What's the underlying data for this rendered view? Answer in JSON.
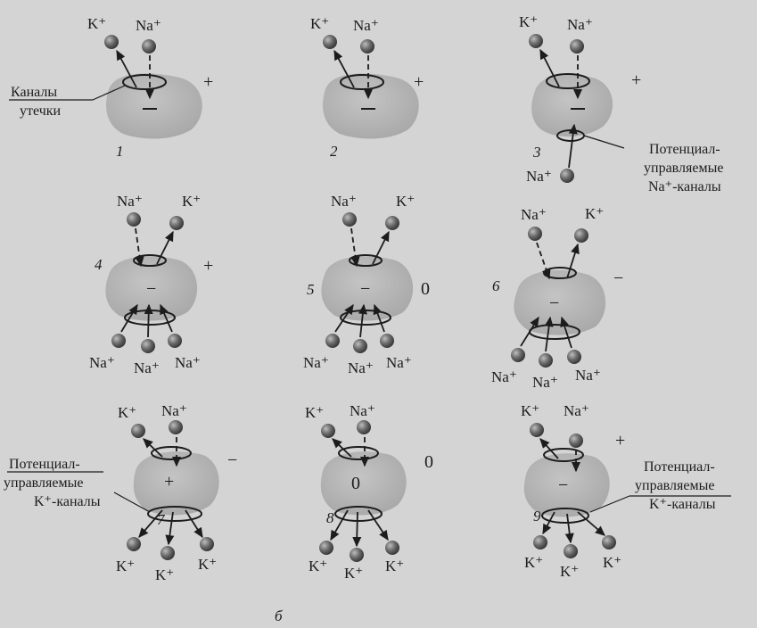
{
  "colors": {
    "background": "#d4d4d4",
    "cell": "#b2b2b2",
    "ion": "#6a6a6a",
    "ink": "#1c1c1c"
  },
  "labels": {
    "leak_channels": [
      "Каналы",
      "утечки"
    ],
    "na_channels": [
      "Потенциал-",
      "управляемые",
      "Na⁺-каналы"
    ],
    "k_channels_left": [
      "Потенциал-",
      "управляемые",
      "K⁺-каналы"
    ],
    "k_channels_right": [
      "Потенциал-",
      "управляемые",
      "K⁺-каналы"
    ],
    "caption": "б"
  },
  "panels": [
    {
      "number": "1",
      "outside_sign": "+",
      "inside_sign": "",
      "top_ions": [
        "K⁺",
        "Na⁺"
      ],
      "bottom_ions": []
    },
    {
      "number": "2",
      "outside_sign": "+",
      "inside_sign": "",
      "top_ions": [
        "K⁺",
        "Na⁺"
      ],
      "bottom_ions": []
    },
    {
      "number": "3",
      "outside_sign": "+",
      "inside_sign": "",
      "top_ions": [
        "K⁺",
        "Na⁺"
      ],
      "bottom_ions": [
        "Na⁺"
      ]
    },
    {
      "number": "4",
      "outside_sign": "+",
      "inside_sign": "−",
      "top_ions": [
        "Na⁺",
        "K⁺"
      ],
      "bottom_ions": [
        "Na⁺",
        "Na⁺",
        "Na⁺"
      ]
    },
    {
      "number": "5",
      "outside_sign": "0",
      "inside_sign": "−",
      "top_ions": [
        "Na⁺",
        "K⁺"
      ],
      "bottom_ions": [
        "Na⁺",
        "Na⁺",
        "Na⁺"
      ]
    },
    {
      "number": "6",
      "outside_sign": "−",
      "inside_sign": "−",
      "top_ions": [
        "Na⁺",
        "K⁺"
      ],
      "bottom_ions": [
        "Na⁺",
        "Na⁺",
        "Na⁺"
      ]
    },
    {
      "number": "7",
      "outside_sign": "−",
      "inside_sign": "+",
      "top_ions": [
        "K⁺",
        "Na⁺"
      ],
      "bottom_ions": [
        "K⁺",
        "K⁺",
        "K⁺"
      ]
    },
    {
      "number": "8",
      "outside_sign": "0",
      "inside_sign": "0",
      "top_ions": [
        "K⁺",
        "Na⁺"
      ],
      "bottom_ions": [
        "K⁺",
        "K⁺",
        "K⁺"
      ]
    },
    {
      "number": "9",
      "outside_sign": "+",
      "inside_sign": "−",
      "top_ions": [
        "K⁺",
        "Na⁺"
      ],
      "bottom_ions": [
        "K⁺",
        "K⁺",
        "K⁺"
      ]
    }
  ]
}
